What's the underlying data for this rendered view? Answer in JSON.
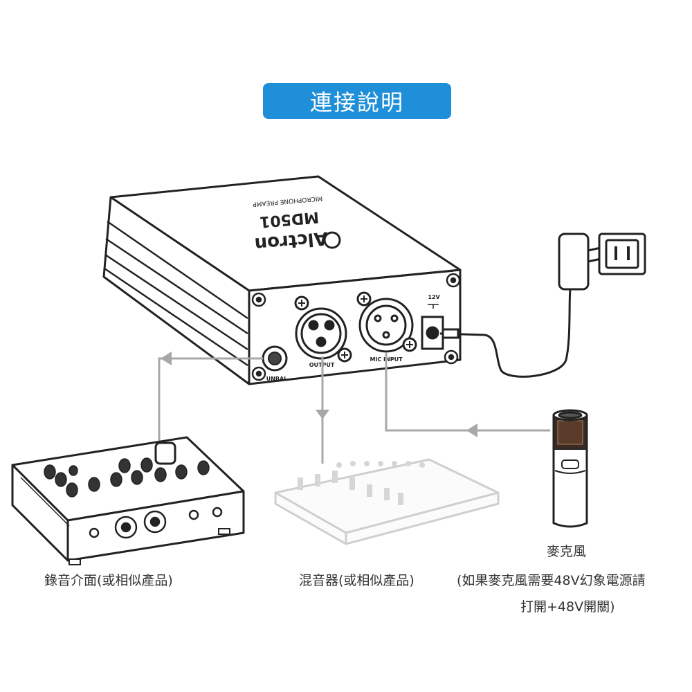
{
  "title": "連接說明",
  "device": {
    "brand": "Alctron",
    "model": "MD501",
    "subtitle": "MICROPHONE PREAMP",
    "ports": {
      "output": "OUTPUT",
      "mic_input": "MIC INPUT",
      "unbal": "UNBAL",
      "power": "12V"
    }
  },
  "captions": {
    "interface": "錄音介面(或相似產品)",
    "mixer": "混音器(或相似產品)",
    "mic": "麥克風",
    "note_line1": "(如果麥克風需要48V幻象電源請",
    "note_line2": "打開+48V開關)"
  },
  "colors": {
    "accent": "#1e8fd8",
    "arrow": "#a8a8a8",
    "outline": "#222222"
  }
}
